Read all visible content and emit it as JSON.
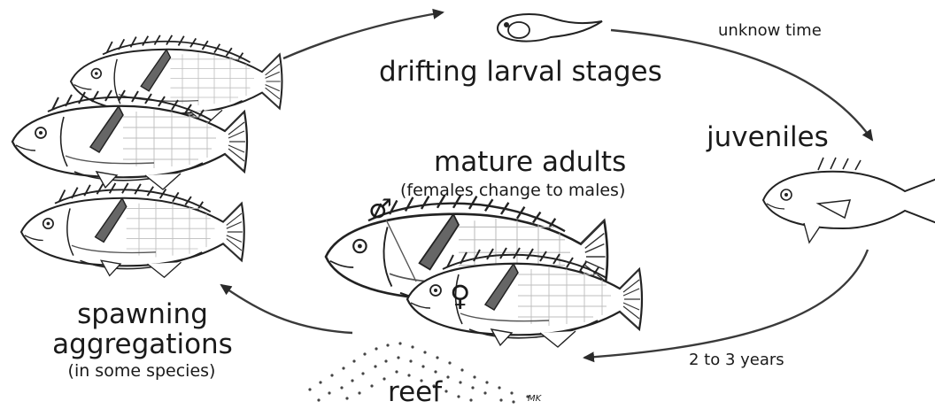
{
  "labels": {
    "drifting": "drifting larval stages",
    "unknown_time": "unknow time",
    "juveniles": "juveniles",
    "mature_adults": "mature adults",
    "mature_note": "(females change to males)",
    "spawning_line1": "spawning",
    "spawning_line2": "aggregations",
    "spawning_note": "(in some species)",
    "two_to_three": "2 to 3 years",
    "reef": "reef",
    "signature": "MK"
  },
  "symbols": {
    "male": "♂",
    "female": "♀"
  },
  "colors": {
    "ink": "#1a1a1a",
    "line": "#3a3a3a",
    "background": "#ffffff"
  },
  "icons": [
    "larva-icon",
    "juvenile-fish-icon",
    "parrotfish-icon",
    "reef-dots-icon",
    "cycle-arrow"
  ]
}
